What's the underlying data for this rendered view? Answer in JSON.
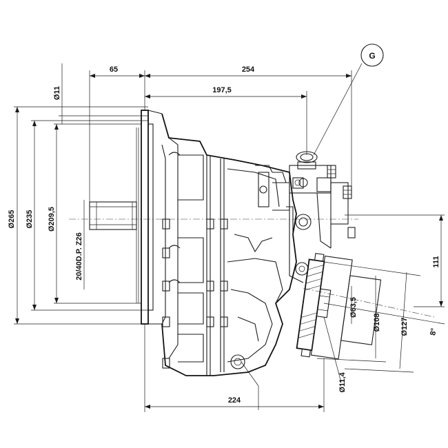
{
  "dimensions": {
    "top_65": "65",
    "top_254": "254",
    "top_197_5": "197,5",
    "bottom_224": "224",
    "d11_top": "Ø11",
    "d265": "Ø265",
    "d235": "Ø235",
    "d209_5": "Ø209,5",
    "spline": "20/40D.P. Z26",
    "d63_5": "Ø63,5",
    "d108": "Ø108",
    "d127": "Ø127",
    "d11_4": "Ø11,4",
    "v111": "111",
    "angle8": "8°"
  },
  "callout": {
    "g": "G"
  }
}
